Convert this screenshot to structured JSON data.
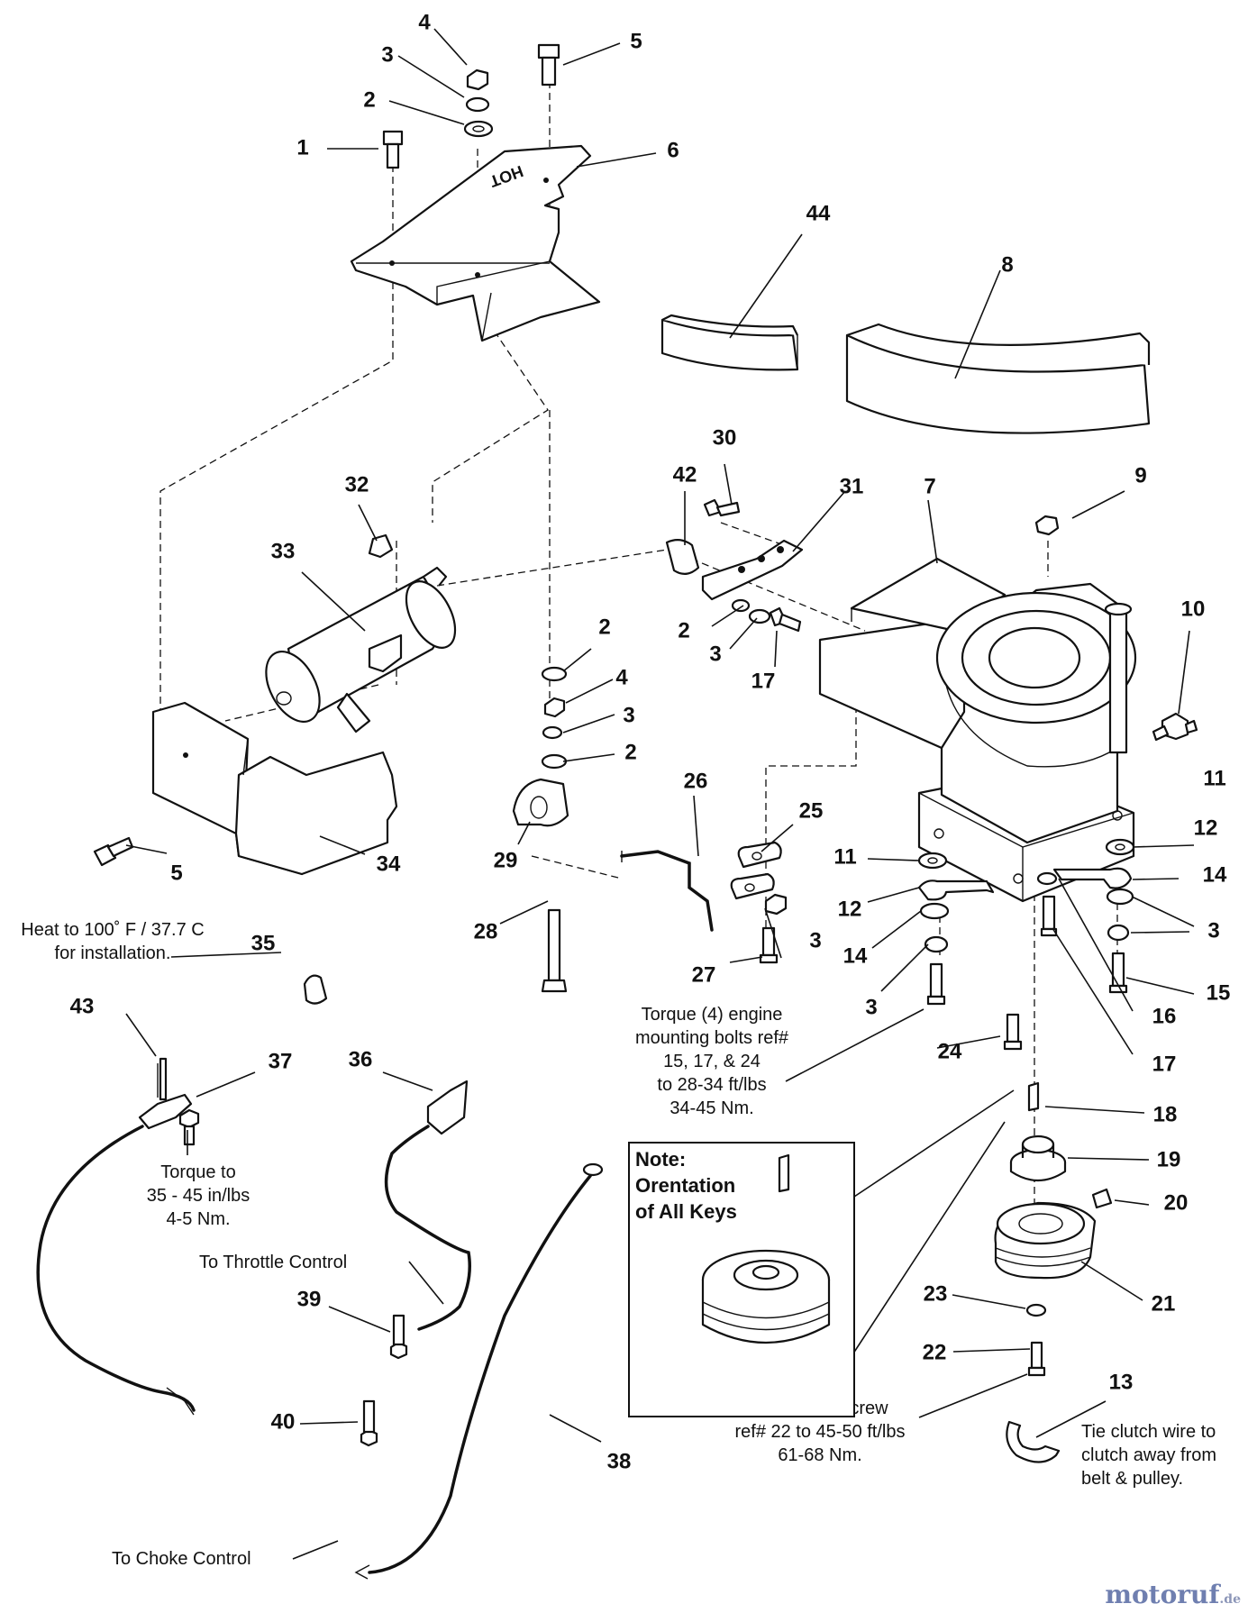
{
  "callouts": [
    "1",
    "2",
    "3",
    "4",
    "5",
    "6",
    "44",
    "8",
    "30",
    "42",
    "31",
    "7",
    "9",
    "10",
    "32",
    "33",
    "2",
    "4",
    "3",
    "2",
    "2",
    "3",
    "17",
    "5",
    "34",
    "29",
    "26",
    "25",
    "28",
    "11",
    "12",
    "14",
    "3",
    "11",
    "12",
    "14",
    "3",
    "15",
    "16",
    "17",
    "27",
    "3",
    "24",
    "35",
    "43",
    "37",
    "36",
    "39",
    "40",
    "38",
    "18",
    "19",
    "20",
    "21",
    "23",
    "22",
    "13"
  ],
  "notes": {
    "heat": [
      "Heat to 100˚ F / 37.7 C",
      "for installation."
    ],
    "torque_mount": [
      "Torque (4) engine",
      "mounting bolts ref#",
      "15, 17, & 24",
      "to 28-34 ft/lbs",
      "34-45 Nm."
    ],
    "torque_in_lbs": [
      "Torque to",
      "35 - 45 in/lbs",
      "4-5 Nm."
    ],
    "throttle": "To Throttle Control",
    "choke": "To Choke Control",
    "torque_capscrew": [
      "Torque capscrew",
      "ref# 22 to 45-50 ft/lbs",
      "61-68 Nm."
    ],
    "tie_wire": [
      "Tie clutch wire to",
      "clutch away from",
      "belt & pulley."
    ],
    "orientation": [
      "Note:",
      "Orentation",
      "of All Keys"
    ]
  },
  "shield_label": "HOT",
  "watermark": {
    "name": "motoruf",
    "tld": ".de"
  }
}
